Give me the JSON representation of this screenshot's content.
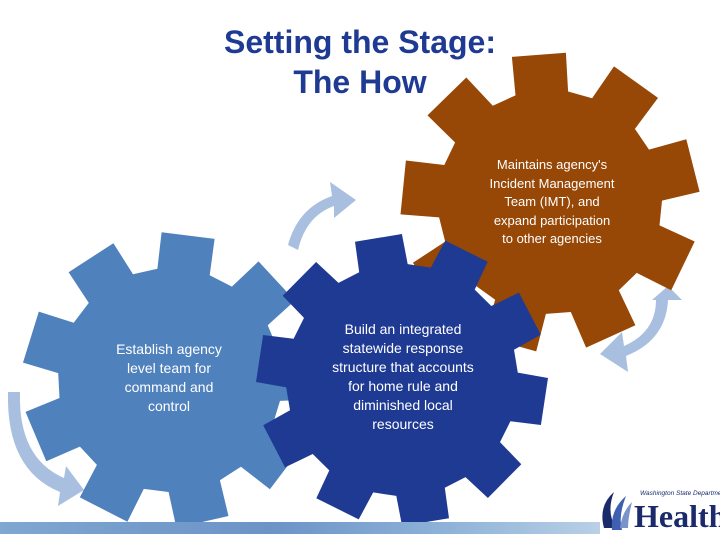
{
  "title": {
    "line1": "Setting the Stage:",
    "line2": "The How"
  },
  "gears": {
    "right": {
      "lines": [
        "Maintains agency's",
        "Incident Management",
        "Team (IMT), and",
        "expand participation",
        "to other agencies"
      ],
      "color": "#974706"
    },
    "left": {
      "lines": [
        "Establish agency",
        "level team for",
        "command and",
        "control"
      ],
      "color": "#4f81bd"
    },
    "middle": {
      "lines": [
        "Build an integrated",
        "statewide response",
        "structure that accounts",
        "for home rule and",
        "diminished local",
        "resources"
      ],
      "color": "#1f3a93"
    }
  },
  "arrows": {
    "color": "#a9bfe0"
  },
  "logo": {
    "tagline": "Washington State Department of",
    "word": "Health"
  }
}
